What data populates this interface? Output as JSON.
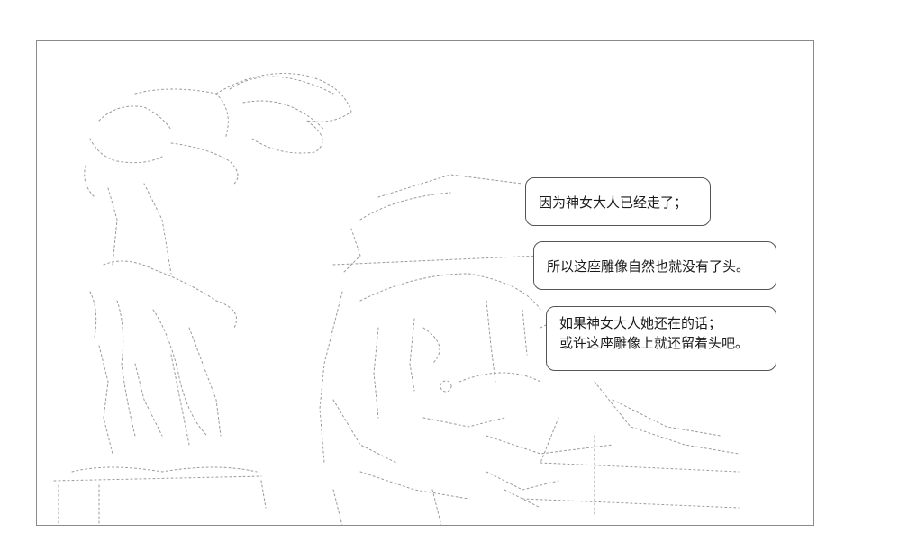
{
  "bubbles": [
    {
      "lines": [
        "因为神女大人已经走了；"
      ]
    },
    {
      "lines": [
        "所以这座雕像自然也就没有了头。"
      ]
    },
    {
      "lines": [
        "如果神女大人她还在的话；",
        "或许这座雕像上就还留着头吧。"
      ]
    }
  ],
  "art": {
    "statue": "winged-statue-ascii-art",
    "character": "girl-character-ascii-art"
  },
  "colors": {
    "background": "#ffffff",
    "line": "#8a8a8a",
    "text": "#1a1a1a"
  }
}
